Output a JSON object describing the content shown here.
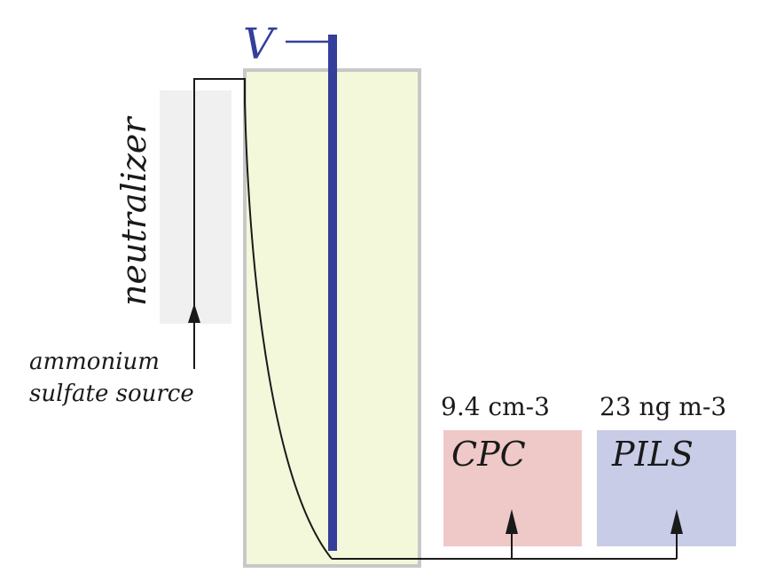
{
  "labels": {
    "voltage": "V",
    "neutralizer": "neutralizer",
    "source_line1": "ammonium",
    "source_line2": "sulfate source",
    "cpc_reading": "9.4 cm-3",
    "pils_reading": "23 ng m-3",
    "cpc": "CPC",
    "pils": "PILS"
  },
  "colors": {
    "neutralizer_fill": "#f0f0f0",
    "chamber_fill": "#f2f8d9",
    "chamber_border": "#c8c8c8",
    "electrode": "#343f9b",
    "cpc_fill": "#efc8c8",
    "pils_fill": "#c9cce6",
    "line": "#1a1a1a",
    "text": "#1a1a1a"
  }
}
